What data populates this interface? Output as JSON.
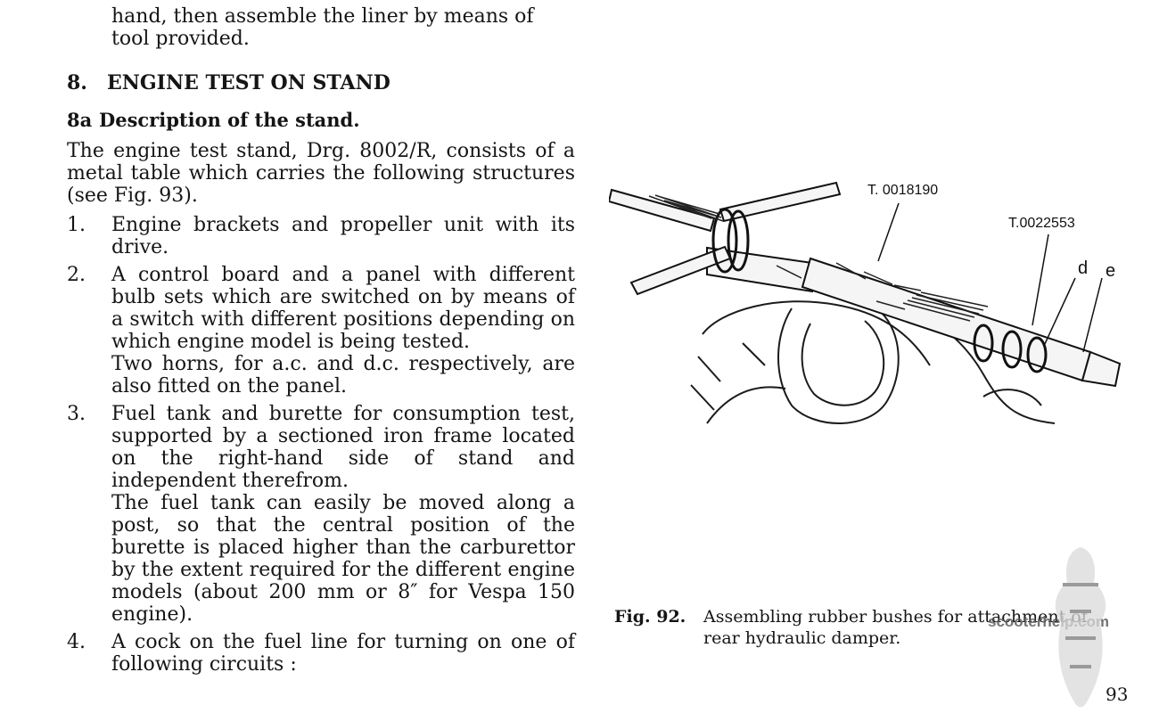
{
  "continuation": {
    "line1": "hand, then assemble the liner by means of",
    "line2": "tool provided."
  },
  "section": {
    "number": "8.",
    "title": "ENGINE TEST ON STAND"
  },
  "subsection": {
    "number": "8a",
    "title": "Description of the stand."
  },
  "body": "The engine test stand, Drg. 8002/R, consists of a metal table which carries the following structures (see Fig. 93).",
  "list": [
    {
      "number": "1.",
      "text": "Engine brackets and propeller unit with its drive."
    },
    {
      "number": "2.",
      "text": "A control board and a panel with different bulb sets which are switched on by means of a switch with different positions depending on which engine model is being tested.",
      "extra": "Two horns, for a.c. and d.c. respectively, are also fitted on the panel."
    },
    {
      "number": "3.",
      "text": "Fuel tank and burette for consumption test, supported by a sectioned iron frame located on the right-hand side of stand and independent therefrom.",
      "extra": "The fuel tank can easily be moved along a post, so that the central position of the burette is placed higher than the carburettor by the extent required for the different engine models (about 200 mm or 8″ for Vespa 150 engine)."
    },
    {
      "number": "4.",
      "text": "A cock on the fuel line for turning on one of following circuits :"
    }
  ],
  "figure": {
    "labels": {
      "tool1": "T. 0018190",
      "tool2": "T.0022553",
      "d": "d",
      "e": "e"
    },
    "caption_number": "Fig. 92.",
    "caption_line1": "Assembling rubber bushes for attachment of",
    "caption_line2": "rear hydraulic damper."
  },
  "watermark": "scooterhelp.com",
  "page_number": "93"
}
